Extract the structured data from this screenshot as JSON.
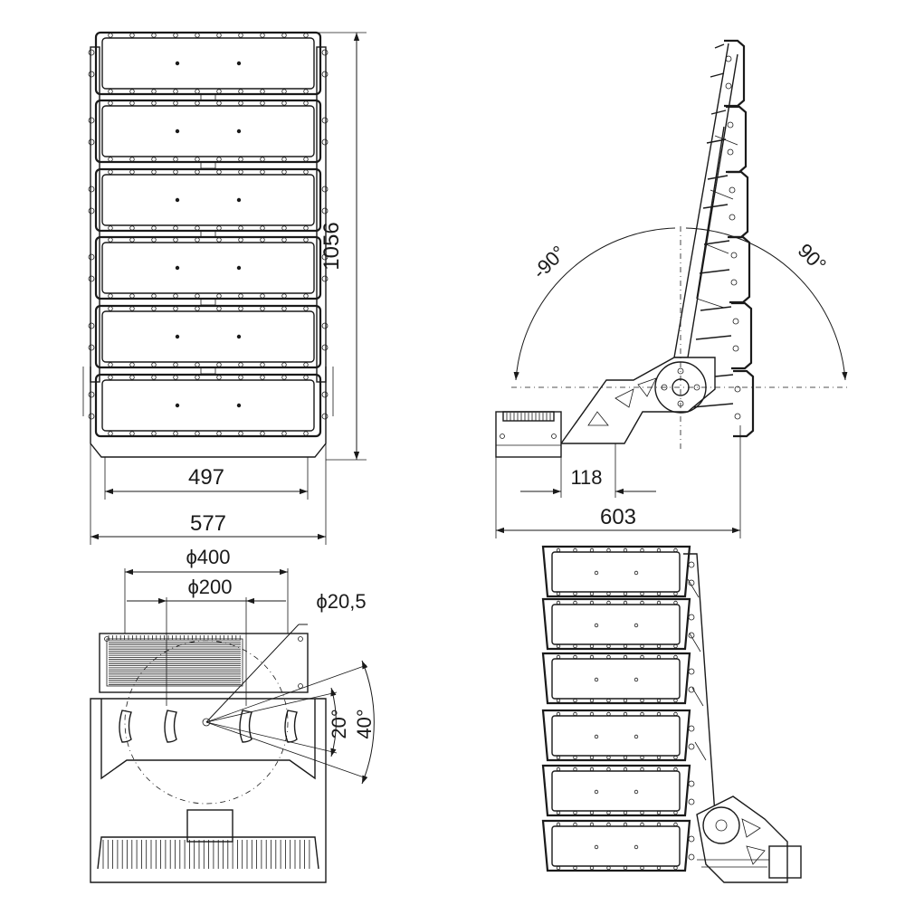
{
  "dimensions": {
    "total_height": "1056",
    "module_width": "497",
    "total_width": "577",
    "side_depth": "603",
    "bracket_offset": "118",
    "mount_circle_large": "400",
    "mount_circle_small": "200",
    "hole_diameter": "20,5",
    "tilt_angle_small": "20°",
    "tilt_angle_large": "40°",
    "swivel_negative": "-90°",
    "swivel_positive": "90°"
  },
  "symbols": {
    "diameter": "ϕ"
  },
  "colors": {
    "line": "#1a1a1a",
    "background": "#ffffff"
  }
}
